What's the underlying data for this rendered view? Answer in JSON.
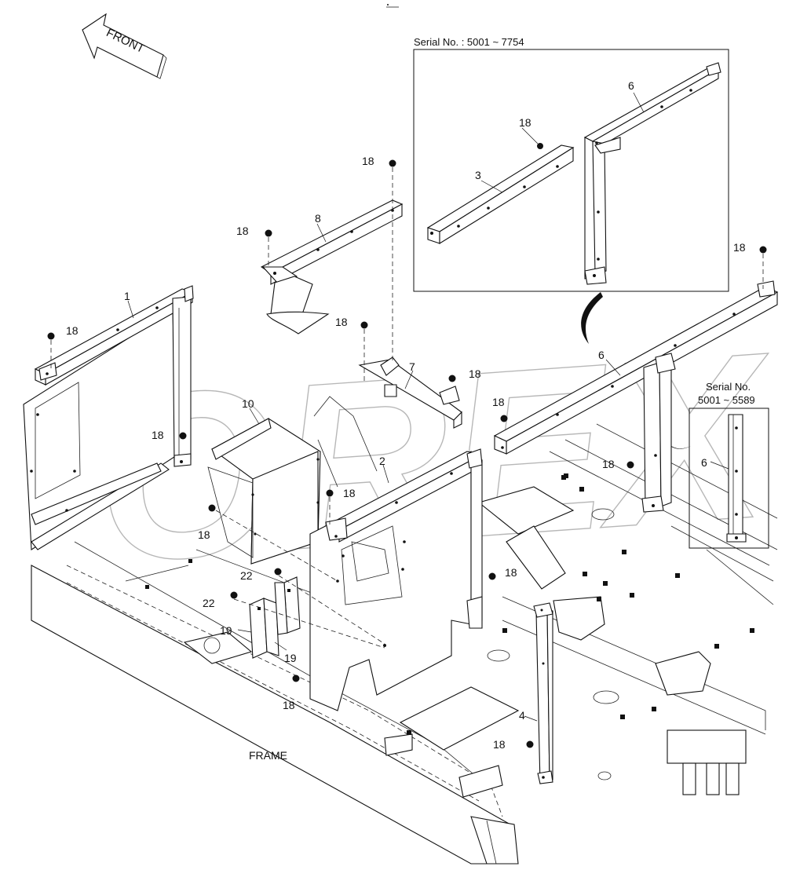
{
  "watermark": "OREX",
  "direction_label": "FRONT",
  "frame_label": "FRAME",
  "insets": [
    {
      "serial_label": "Serial No.  : 5001 ~ 7754"
    },
    {
      "serial_title": "Serial No.",
      "serial_range": "5001 ~ 5589"
    }
  ],
  "callouts": {
    "c1": "1",
    "c2": "2",
    "c3": "3",
    "c4": "4",
    "c6a": "6",
    "c6b": "6",
    "c6c": "6",
    "c7": "7",
    "c8": "8",
    "c10": "10",
    "c18a": "18",
    "c18b": "18",
    "c18c": "18",
    "c18d": "18",
    "c18e": "18",
    "c18f": "18",
    "c18g": "18",
    "c18h": "18",
    "c18i": "18",
    "c18j": "18",
    "c18k": "18",
    "c18l": "18",
    "c18m": "18",
    "c18n": "18",
    "c19a": "19",
    "c19b": "19",
    "c22a": "22",
    "c22b": "22"
  },
  "colors": {
    "line": "#111111",
    "watermark": "#9a9a9a",
    "background": "#ffffff"
  }
}
